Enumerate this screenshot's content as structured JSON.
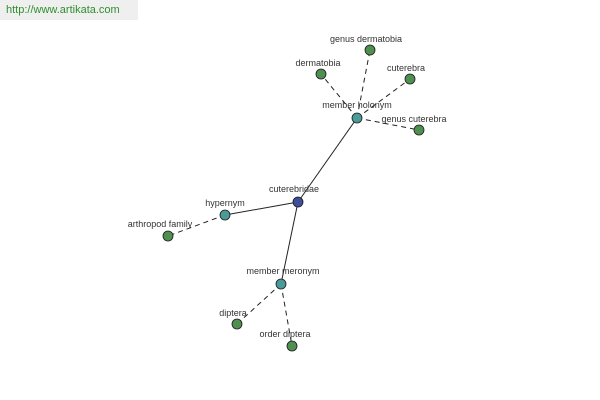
{
  "watermark": "http://www.artikata.com",
  "colors": {
    "center_node": "#3f4f9a",
    "relation_node": "#4a9a9a",
    "leaf_node": "#4f8f4f",
    "edge": "#222222"
  },
  "nodes": [
    {
      "id": "cuterebridae",
      "label": "cuterebridae",
      "kind": "center"
    },
    {
      "id": "member-holonym",
      "label": "member holonym",
      "kind": "relation"
    },
    {
      "id": "hypernym",
      "label": "hypernym",
      "kind": "relation"
    },
    {
      "id": "member-meronym",
      "label": "member meronym",
      "kind": "relation"
    },
    {
      "id": "genus-dermatobia",
      "label": "genus dermatobia",
      "kind": "leaf"
    },
    {
      "id": "dermatobia",
      "label": "dermatobia",
      "kind": "leaf"
    },
    {
      "id": "cuterebra",
      "label": "cuterebra",
      "kind": "leaf"
    },
    {
      "id": "genus-cuterebra",
      "label": "genus cuterebra",
      "kind": "leaf"
    },
    {
      "id": "arthropod-family",
      "label": "arthropod family",
      "kind": "leaf"
    },
    {
      "id": "diptera",
      "label": "diptera",
      "kind": "leaf"
    },
    {
      "id": "order-diptera",
      "label": "order diptera",
      "kind": "leaf"
    }
  ],
  "edges": [
    {
      "from": "cuterebridae",
      "to": "member-holonym",
      "style": "solid"
    },
    {
      "from": "cuterebridae",
      "to": "hypernym",
      "style": "solid"
    },
    {
      "from": "cuterebridae",
      "to": "member-meronym",
      "style": "solid"
    },
    {
      "from": "member-holonym",
      "to": "genus-dermatobia",
      "style": "dashed"
    },
    {
      "from": "member-holonym",
      "to": "dermatobia",
      "style": "dashed"
    },
    {
      "from": "member-holonym",
      "to": "cuterebra",
      "style": "dashed"
    },
    {
      "from": "member-holonym",
      "to": "genus-cuterebra",
      "style": "dashed"
    },
    {
      "from": "hypernym",
      "to": "arthropod-family",
      "style": "dashed"
    },
    {
      "from": "member-meronym",
      "to": "diptera",
      "style": "dashed"
    },
    {
      "from": "member-meronym",
      "to": "order-diptera",
      "style": "dashed"
    }
  ]
}
